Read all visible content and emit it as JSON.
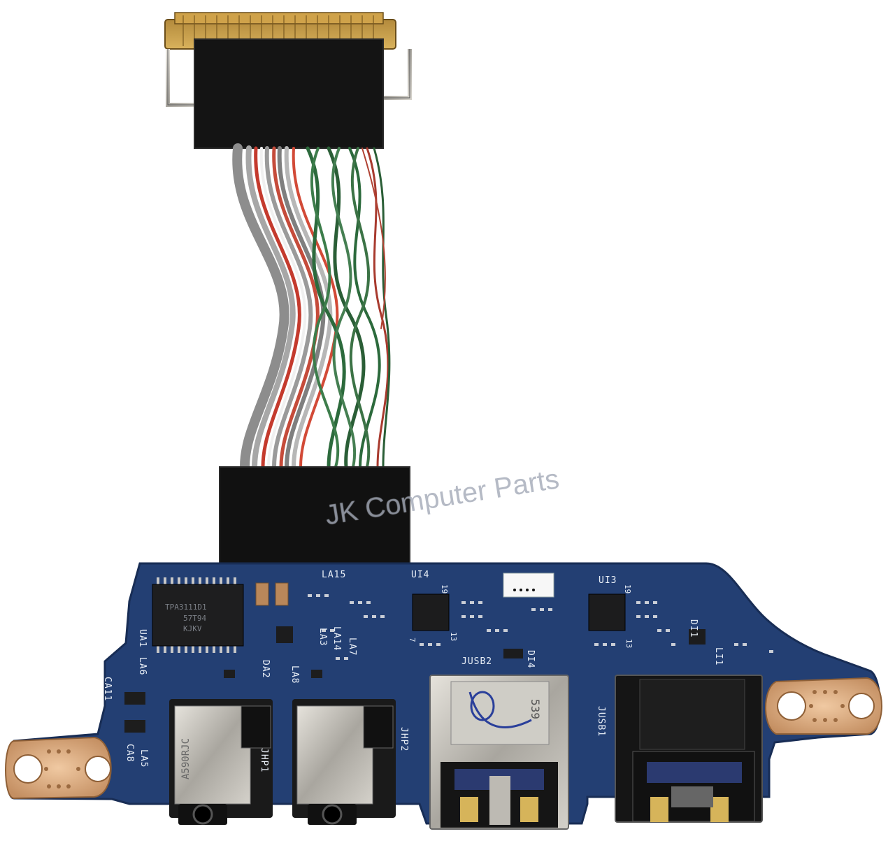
{
  "watermark": "JK Computer Parts",
  "silkscreen": {
    "ua1": "UA1",
    "la6": "LA6",
    "la15": "LA15",
    "ui4": "UI4",
    "ui3": "UI3",
    "jusb2": "JUSB2",
    "jusb1": "JUSB1",
    "di4": "DI4",
    "di1": "DI1",
    "li1": "LI1",
    "la14": "LA14",
    "la3": "LA3",
    "la7": "LA7",
    "la8": "LA8",
    "da2": "DA2",
    "ca11": "CA11",
    "ca8": "CA8",
    "la5": "LA5",
    "jhp1": "JHP1",
    "jhp2": "JHP2",
    "pin19a": "19",
    "pin13a": "13",
    "pin19b": "19",
    "pin13b": "13",
    "pin7": "7",
    "chip_text_1": "TPA3111D1",
    "chip_text_2": "57T94",
    "chip_text_3": "KJKV",
    "jack1_text": "A590RJC",
    "usb_marker": "539"
  },
  "colors": {
    "pcb": "#233f73",
    "pcb_dark": "#182d55",
    "copper": "#d6a77e",
    "metal": "#bfbcb4",
    "tape": "#141414",
    "connector_gold": "#c99a3a"
  }
}
